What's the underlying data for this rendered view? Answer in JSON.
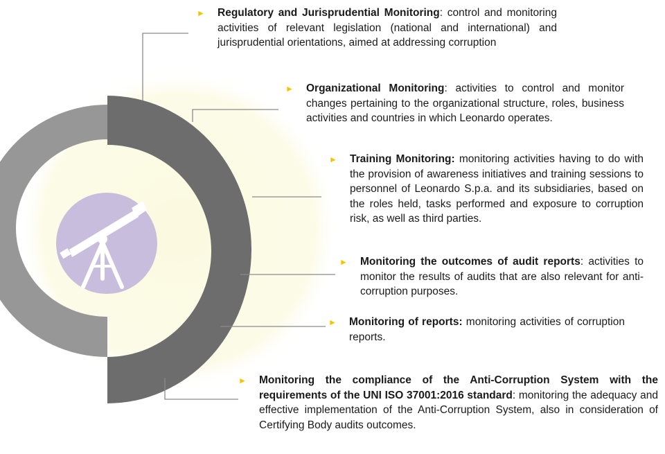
{
  "colors": {
    "bullet": "#f2c500",
    "arc_dark": "#6d6d6d",
    "arc_light": "#979797",
    "glow": "#fbfadf",
    "lens": "#c8bddc",
    "connector": "#8a8a8a"
  },
  "center_icon": "telescope-icon",
  "items": [
    {
      "title": "Regulatory and Jurisprudential Monitoring",
      "text": ": control and monitoring activities of relevant legislation (national and international) and jurisprudential orientations, aimed at addressing corruption"
    },
    {
      "title": "Organizational Monitoring",
      "text": ": activities to control and monitor changes pertaining to the organizational structure, roles, business activities and countries in which Leonardo operates."
    },
    {
      "title": "Training Monitoring:",
      "text": " monitoring activities having to do with the provision of awareness initiatives and training sessions to personnel of Leonardo S.p.a. and its subsidiaries, based on the roles held, tasks performed and exposure to corruption risk, as well as third parties."
    },
    {
      "title": "Monitoring the outcomes of audit reports",
      "text": ": activities to monitor the results of audits that are also relevant for anti-corruption purposes."
    },
    {
      "title": "Monitoring of reports:",
      "text": " monitoring activities of corruption reports."
    },
    {
      "title": "Monitoring the compliance of the Anti-Corruption System with the requirements of the UNI ISO 37001:2016 standard",
      "text": ": monitoring the adequacy and effective implementation of the Anti-Corruption System, also in consideration of Certifying Body audits outcomes."
    }
  ]
}
